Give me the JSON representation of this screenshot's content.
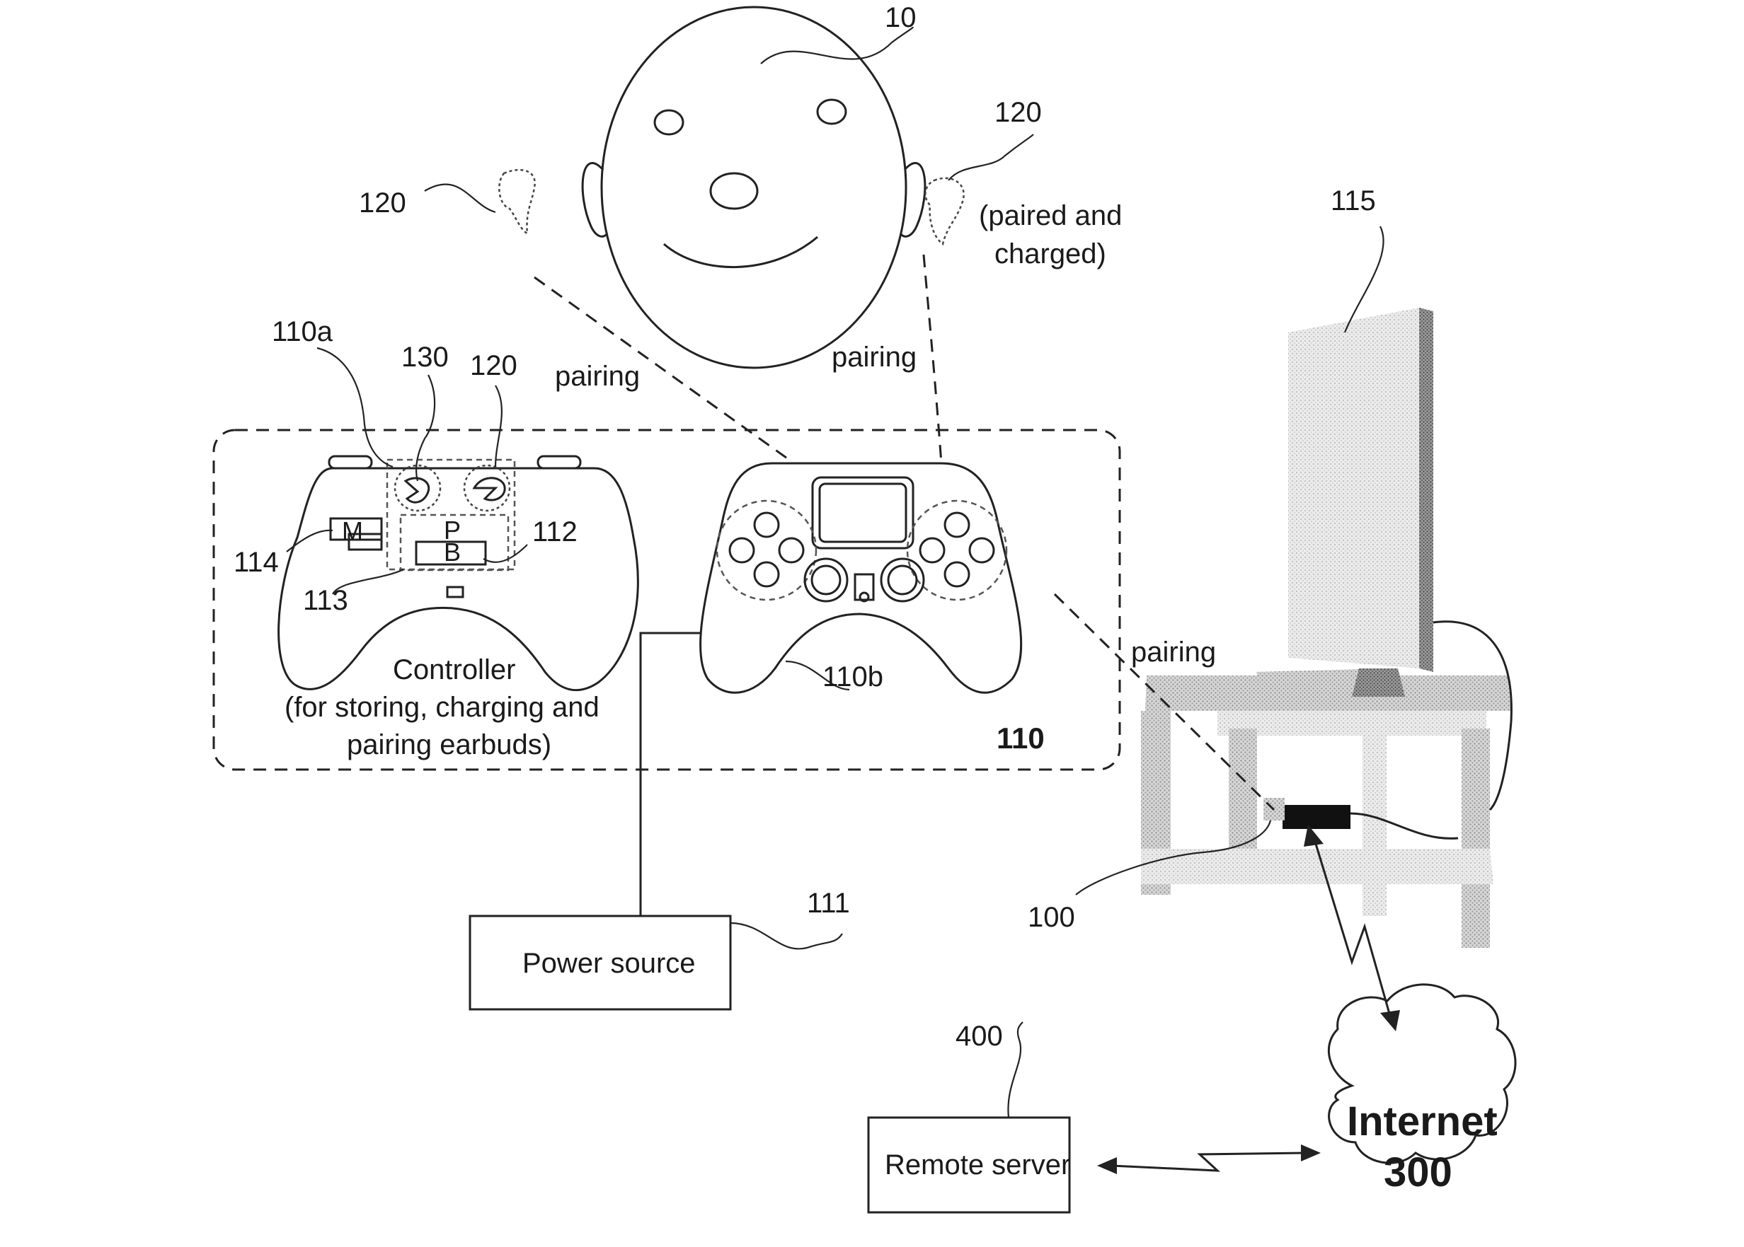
{
  "labels": {
    "person": "10",
    "earbud_left": "120",
    "earbud_right": "120",
    "earbud_status": [
      "(paired and",
      "charged)"
    ],
    "tv": "115",
    "pairing_left": "pairing",
    "pairing_right": "pairing",
    "pairing_console": "pairing",
    "ctrl_a": "110a",
    "ctrl_130": "130",
    "ctrl_120": "120",
    "ctrl_114": "114",
    "ctrl_113": "113",
    "ctrl_112": "112",
    "ctrl_M": "M",
    "ctrl_P": "P",
    "ctrl_B": "B",
    "controller_caption": [
      "Controller",
      "(for storing, charging and",
      "pairing earbuds)"
    ],
    "ctrl_b": "110b",
    "group": "110",
    "console": "100",
    "power_ref": "111",
    "power_source": "Power source",
    "server_ref": "400",
    "remote_server": "Remote server",
    "internet": [
      "Internet",
      "300"
    ]
  }
}
